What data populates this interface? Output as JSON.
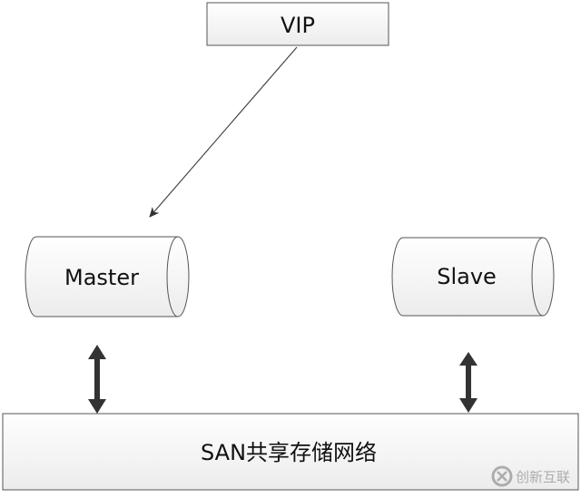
{
  "nodes": {
    "vip": "VIP",
    "master": "Master",
    "slave": "Slave",
    "san": "SAN共享存储网络"
  },
  "watermark": {
    "text": "创新互联"
  },
  "edges": [
    {
      "from": "vip",
      "to": "master",
      "type": "single-arrow"
    },
    {
      "from": "master",
      "to": "san",
      "type": "double-arrow"
    },
    {
      "from": "slave",
      "to": "san",
      "type": "double-arrow"
    }
  ]
}
